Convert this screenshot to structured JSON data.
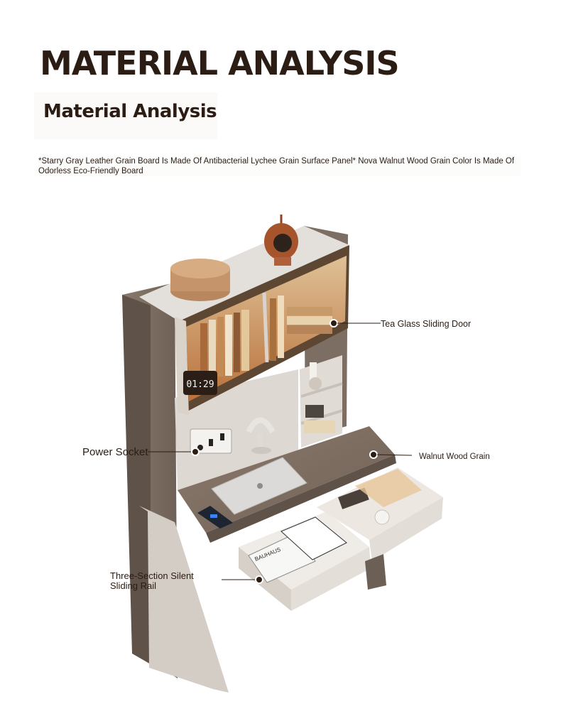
{
  "header": {
    "title": "MATERIAL ANALYSIS",
    "subtitle": "Material Analysis",
    "description": "*Starry Gray Leather Grain Board Is Made Of Antibacterial Lychee Grain Surface Panel* Nova Walnut Wood Grain Color Is Made Of Odorless Eco-Friendly Board"
  },
  "callouts": {
    "tea_glass": "Tea Glass Sliding Door",
    "walnut": "Walnut Wood Grain",
    "power_socket": "Power Socket",
    "rail_line1": "Three-Section Silent",
    "rail_line2": "Sliding Rail"
  },
  "props": {
    "clock_time": "01:29",
    "book_title": "BAUHAUS"
  },
  "colors": {
    "walnut": "#7b6c61",
    "gray_panel": "#d8d2cb",
    "glow": "#e5a464",
    "text": "#2b1c14"
  }
}
